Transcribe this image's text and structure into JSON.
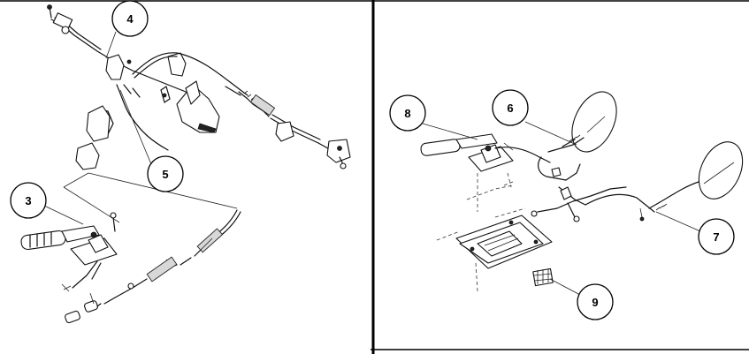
{
  "callouts": {
    "c3": "3",
    "c4": "4",
    "c5": "5",
    "c6": "6",
    "c7": "7",
    "c8": "8",
    "c9": "9"
  },
  "colors": {
    "line": "#111111",
    "background": "#ffffff",
    "divider": "#000000"
  }
}
